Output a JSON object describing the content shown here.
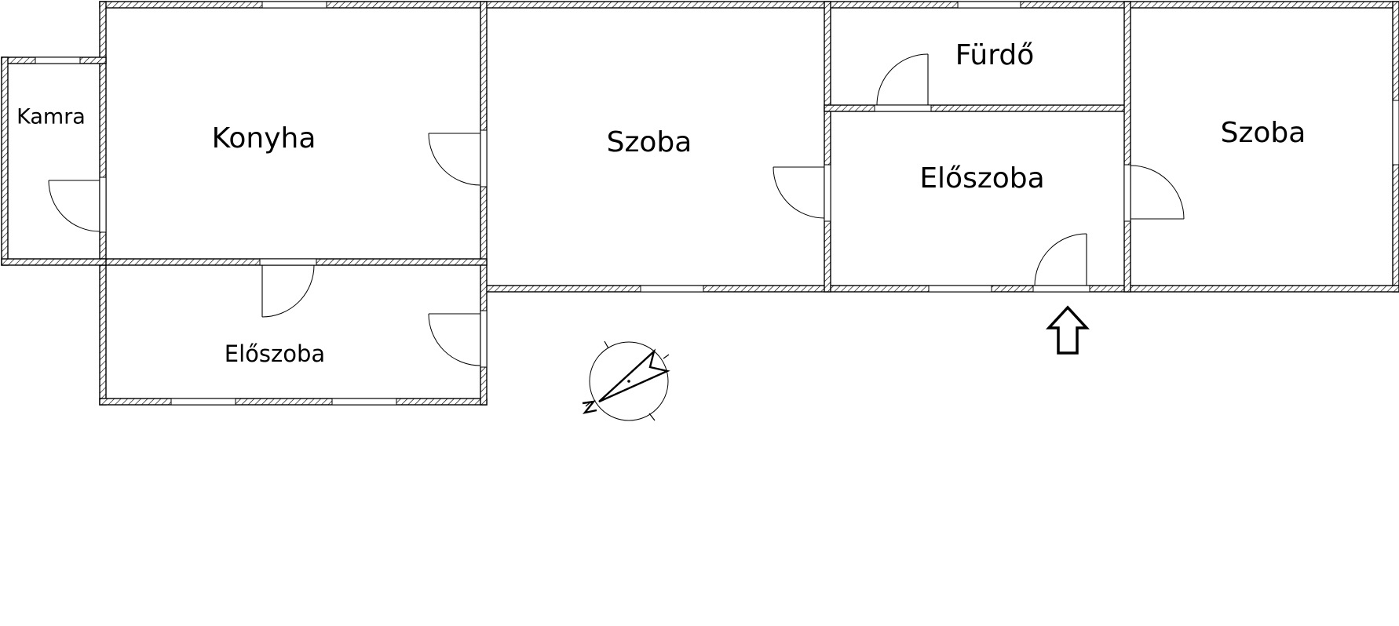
{
  "rooms": {
    "kamra": "Kamra",
    "konyha": "Konyha",
    "szoba_middle": "Szoba",
    "furdo": "Fürdő",
    "eloszoba_right": "Előszoba",
    "szoba_right": "Szoba",
    "eloszoba_left": "Előszoba"
  },
  "symbols": {
    "compass": "north-compass-icon",
    "entrance": "entrance-arrow-icon"
  }
}
